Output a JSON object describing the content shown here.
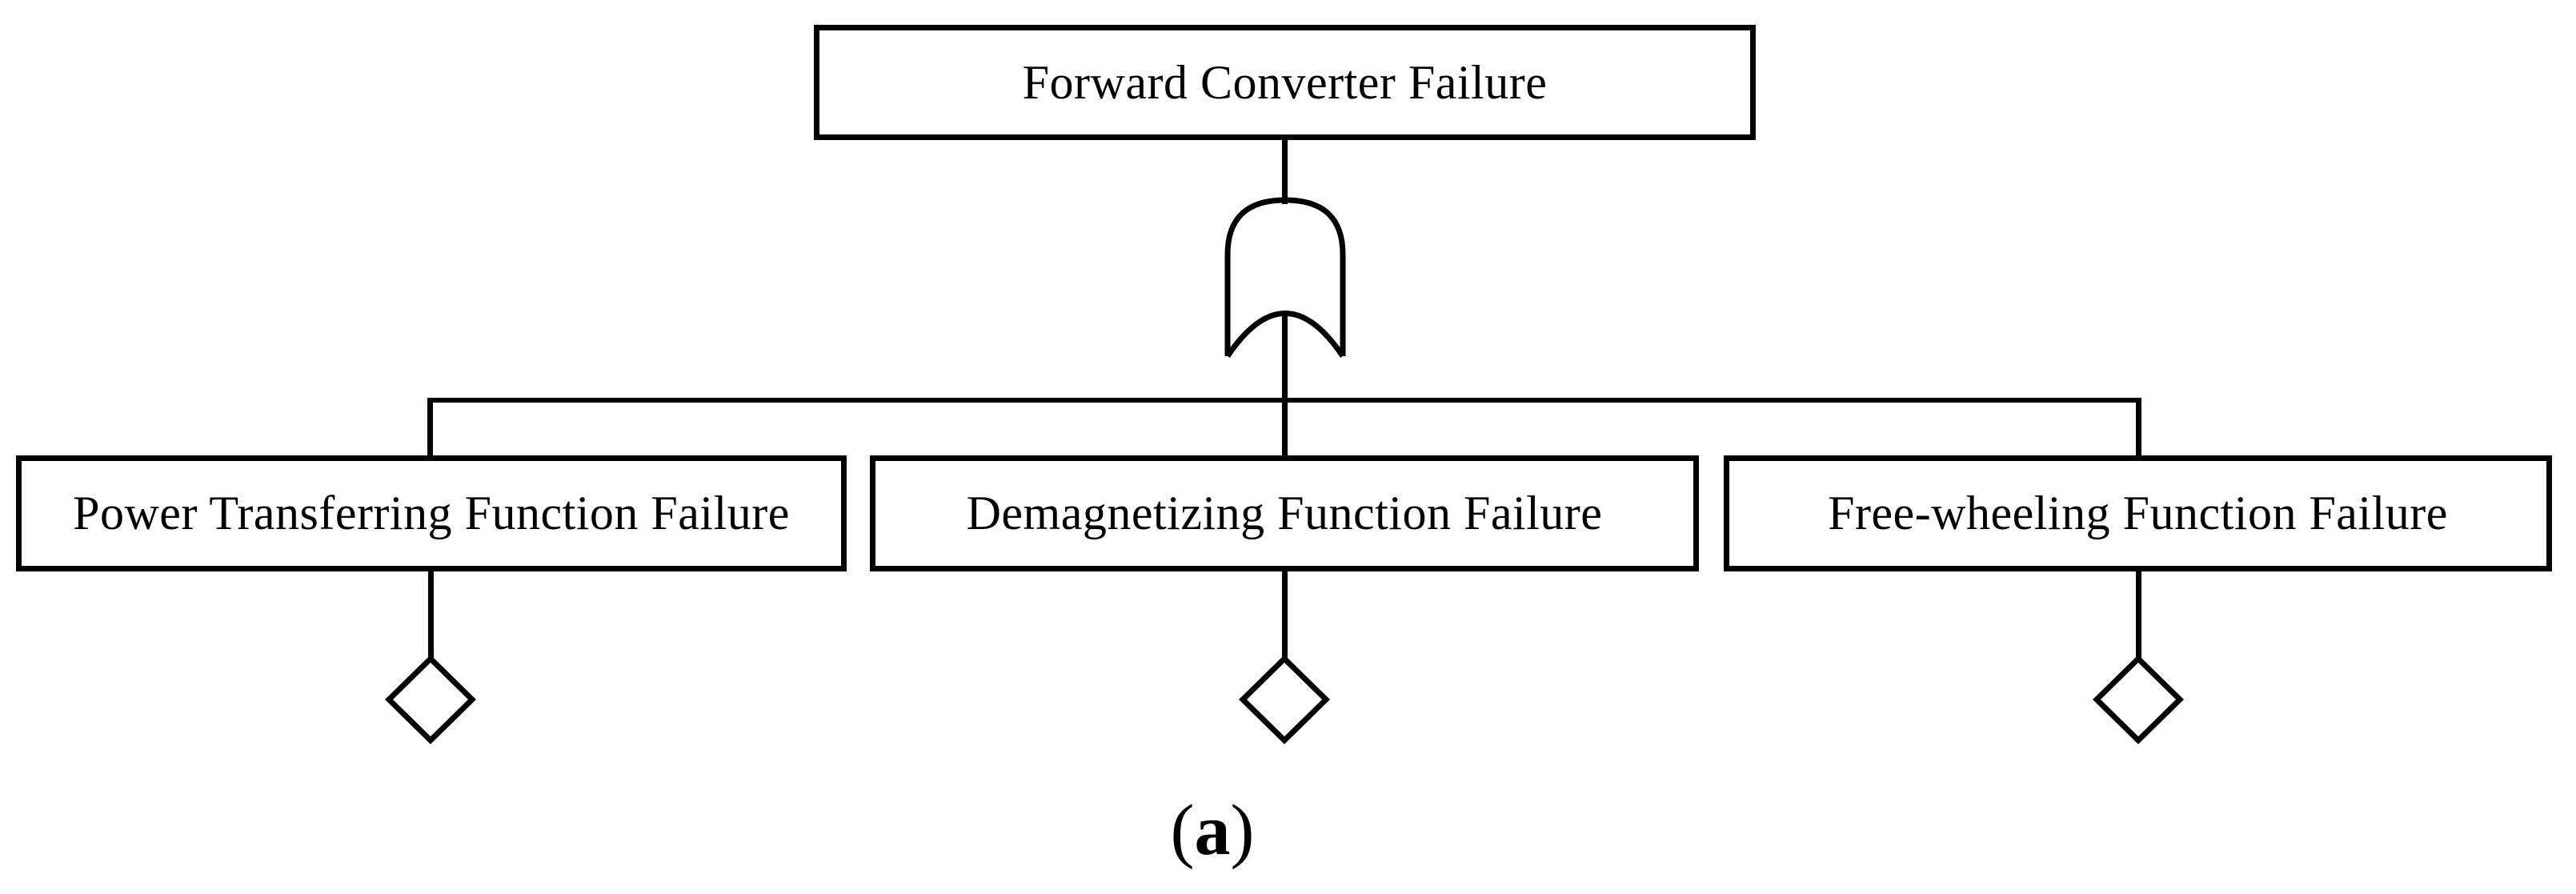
{
  "figure": {
    "caption": {
      "open": "(",
      "letter": "a",
      "close": ")"
    },
    "colors": {
      "line": "#000000",
      "background": "#ffffff"
    },
    "tree": {
      "root": {
        "label": "Forward Converter Failure"
      },
      "gate": {
        "type": "or-gate"
      },
      "children": [
        {
          "label": "Power Transferring Function Failure",
          "symbol": "undeveloped-event-diamond"
        },
        {
          "label": "Demagnetizing Function Failure",
          "symbol": "undeveloped-event-diamond"
        },
        {
          "label": "Free-wheeling Function Failure",
          "symbol": "undeveloped-event-diamond"
        }
      ]
    }
  }
}
